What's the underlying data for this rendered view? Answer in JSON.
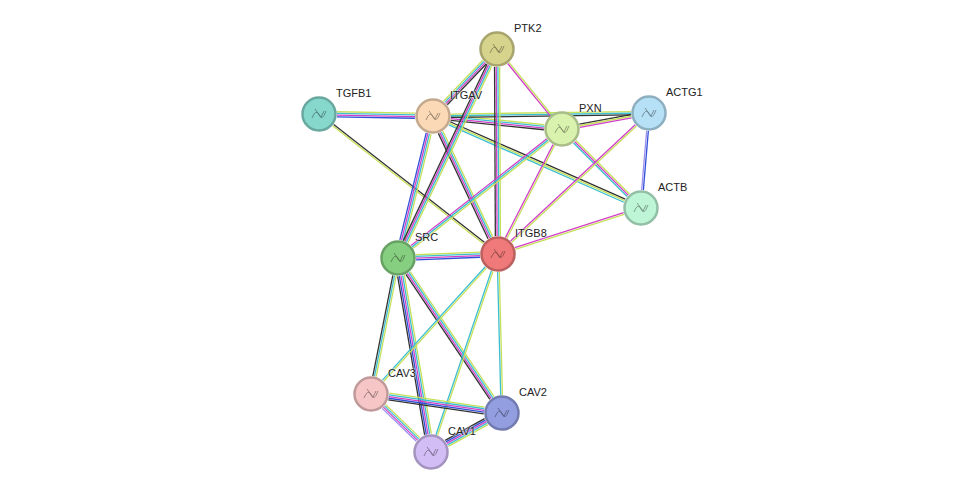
{
  "diagram": {
    "nodes": [
      {
        "text": [
          "PTK2"
        ]
      },
      {
        "text": [
          "TGFB1"
        ]
      },
      {
        "text": [
          "ITGAV"
        ]
      },
      {
        "text": [
          "PXN"
        ]
      },
      {
        "text": [
          "ACTG1"
        ]
      },
      {
        "text": [
          "ACTB"
        ]
      },
      {
        "text": [
          "SRC"
        ]
      },
      {
        "text": [
          "ITGB8"
        ]
      },
      {
        "text": [
          "CAV3"
        ]
      },
      {
        "text": [
          "CAV2"
        ]
      },
      {
        "text": [
          "CAV1"
        ]
      }
    ],
    "edges": [
      {
        "from": 1,
        "to": 2,
        "arrow": "none"
      },
      {
        "from": 1,
        "to": 7,
        "arrow": "none"
      },
      {
        "from": 2,
        "to": 0,
        "arrow": "none"
      },
      {
        "from": 2,
        "to": 3,
        "arrow": "none"
      },
      {
        "from": 2,
        "to": 4,
        "arrow": "none"
      },
      {
        "from": 2,
        "to": 5,
        "arrow": "none"
      },
      {
        "from": 2,
        "to": 6,
        "arrow": "none"
      },
      {
        "from": 2,
        "to": 7,
        "arrow": "none"
      },
      {
        "from": 0,
        "to": 3,
        "arrow": "none"
      },
      {
        "from": 0,
        "to": 6,
        "arrow": "none"
      },
      {
        "from": 0,
        "to": 7,
        "arrow": "none"
      },
      {
        "from": 3,
        "to": 4,
        "arrow": "none"
      },
      {
        "from": 3,
        "to": 5,
        "arrow": "none"
      },
      {
        "from": 3,
        "to": 6,
        "arrow": "none"
      },
      {
        "from": 3,
        "to": 7,
        "arrow": "none"
      },
      {
        "from": 4,
        "to": 5,
        "arrow": "none"
      },
      {
        "from": 4,
        "to": 7,
        "arrow": "none"
      },
      {
        "from": 5,
        "to": 7,
        "arrow": "none"
      },
      {
        "from": 6,
        "to": 7,
        "arrow": "none"
      },
      {
        "from": 6,
        "to": 8,
        "arrow": "none"
      },
      {
        "from": 6,
        "to": 9,
        "arrow": "none"
      },
      {
        "from": 6,
        "to": 10,
        "arrow": "none"
      },
      {
        "from": 7,
        "to": 8,
        "arrow": "none"
      },
      {
        "from": 7,
        "to": 9,
        "arrow": "none"
      },
      {
        "from": 7,
        "to": 10,
        "arrow": "none"
      },
      {
        "from": 8,
        "to": 9,
        "arrow": "none"
      },
      {
        "from": 8,
        "to": 10,
        "arrow": "none"
      },
      {
        "from": 9,
        "to": 10,
        "arrow": "none"
      }
    ]
  }
}
